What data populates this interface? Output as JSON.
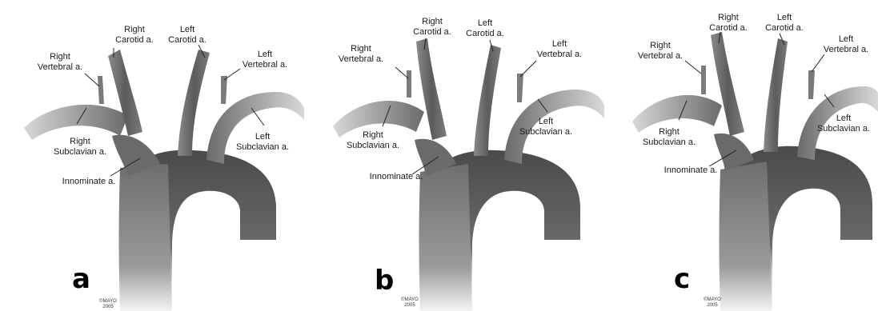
{
  "figure": {
    "panels": [
      {
        "letter": "a",
        "copyright": "©MAYO\n2005",
        "labels": {
          "right_carotid": "Right\nCarotid a.",
          "left_carotid": "Left\nCarotid a.",
          "right_vertebral": "Right\nVertebral a.",
          "left_vertebral": "Left\nVertebral a.",
          "right_subclavian": "Right\nSubclavian a.",
          "left_subclavian": "Left\nSubclavian a.",
          "innominate": "Innominate a."
        }
      },
      {
        "letter": "b",
        "copyright": "©MAYO\n2005",
        "labels": {
          "right_carotid": "Right\nCarotid a.",
          "left_carotid": "Left\nCarotid a.",
          "right_vertebral": "Right\nVertebral a.",
          "left_vertebral": "Left\nVertebral a.",
          "right_subclavian": "Right\nSubclavian a.",
          "left_subclavian": "Left\nSubclavian a.",
          "innominate": "Innominate a."
        }
      },
      {
        "letter": "c",
        "copyright": "©MAYO\n2005",
        "labels": {
          "right_carotid": "Right\nCarotid a.",
          "left_carotid": "Left\nCarotid a.",
          "right_vertebral": "Right\nVertebral a.",
          "left_vertebral": "Left\nVertebral a.",
          "right_subclavian": "Right\nSubclavian a.",
          "left_subclavian": "Left\nSubclavian a.",
          "innominate": "Innominate a."
        }
      }
    ],
    "colors": {
      "vessel_dark": "#505050",
      "vessel_mid": "#7a7a7a",
      "vessel_light": "#c8c8c8",
      "leader_line": "#222222"
    }
  }
}
